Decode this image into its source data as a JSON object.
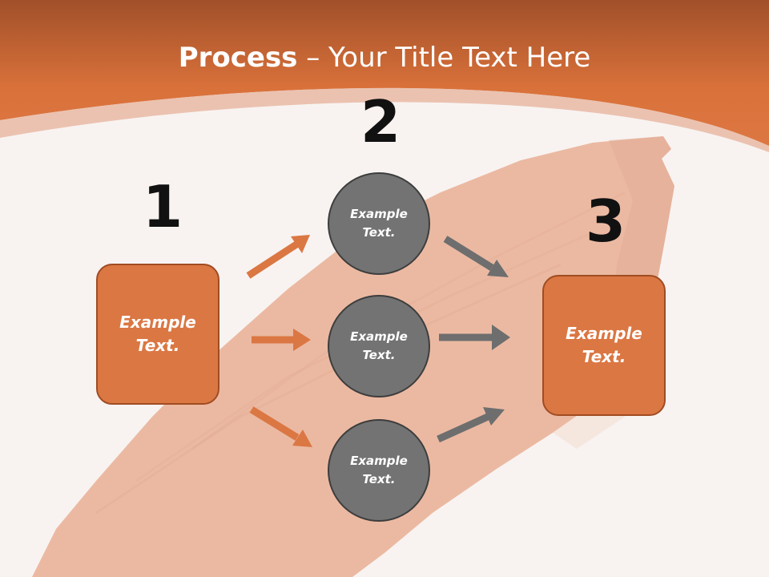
{
  "slide": {
    "title_bold": "Process",
    "title_rest": " – Your Title Text Here",
    "steps": [
      {
        "number": "1",
        "text": "Example\nText."
      },
      {
        "number": "2",
        "text": "Example\nText."
      },
      {
        "number": "3",
        "text": "Example\nText."
      }
    ],
    "circles": [
      {
        "text": "Example\nText."
      },
      {
        "text": "Example\nText."
      },
      {
        "text": "Example\nText."
      }
    ]
  },
  "colors": {
    "header_orange": "#d9713a",
    "box_fill": "#db7743",
    "circle_fill": "#737373",
    "orange_arrow": "#db7743",
    "gray_arrow": "#6e6e6e",
    "salmon_tint": "#e9a283"
  }
}
